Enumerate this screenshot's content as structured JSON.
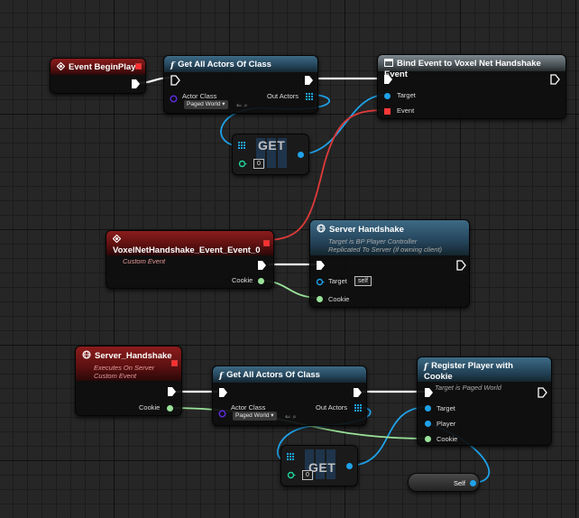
{
  "colors": {
    "exec": "#ffffff",
    "object_pin": "#1fa2e9",
    "class_pin": "#5a2ad6",
    "struct_pin": "#9ae39a",
    "delegate_pin": "#ff3838",
    "event_header": "#8c1c1c",
    "function_header": "#3d6a85"
  },
  "nodes": {
    "event_beginplay": {
      "title": "Event BeginPlay"
    },
    "get_all_actors_1": {
      "title": "Get All Actors Of Class",
      "actor_class_label": "Actor Class",
      "actor_class_value": "Paged World",
      "out_actors_label": "Out Actors"
    },
    "bind_event": {
      "title": "Bind Event to Voxel Net Handshake Event",
      "target_label": "Target",
      "event_label": "Event"
    },
    "get_1": {
      "label": "GET",
      "index": "0"
    },
    "custom_event": {
      "title": "VoxelNetHandshake_Event_Event_0",
      "subtitle": "Custom Event",
      "cookie_label": "Cookie"
    },
    "server_handshake_call": {
      "title": "Server Handshake",
      "sub1": "Target is BP Player Controller",
      "sub2": "Replicated To Server (if owning client)",
      "target_label": "Target",
      "target_value": "self",
      "cookie_label": "Cookie"
    },
    "server_handshake_event": {
      "title": "Server_Handshake",
      "sub1": "Executes On Server",
      "sub2": "Custom Event",
      "cookie_label": "Cookie"
    },
    "get_all_actors_2": {
      "title": "Get All Actors Of Class",
      "actor_class_label": "Actor Class",
      "actor_class_value": "Paged World",
      "out_actors_label": "Out Actors"
    },
    "register_player": {
      "title": "Register Player with Cookie",
      "subtitle": "Target is Paged World",
      "target_label": "Target",
      "player_label": "Player",
      "cookie_label": "Cookie"
    },
    "get_2": {
      "label": "GET",
      "index": "0"
    },
    "self_node": {
      "label": "Self"
    }
  }
}
